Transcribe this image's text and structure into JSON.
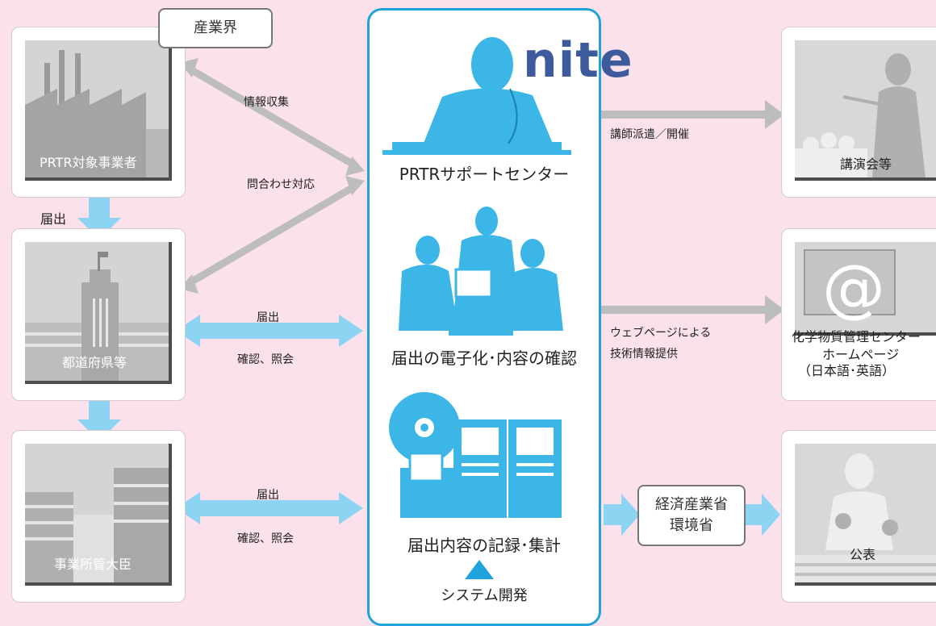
{
  "left": {
    "industry": "産業界",
    "prtr": "PRTR対象事業者",
    "prefecture": "都道府県等",
    "minister": "事業所管大臣",
    "notify1": "届出"
  },
  "arrows": {
    "collect": "情報収集",
    "inquiry": "問合わせ対応",
    "notify_a": "届出",
    "confirm_a": "確認、照会",
    "notify_b": "届出",
    "confirm_b": "確認、照会",
    "dispatch": "講師派遣／開催",
    "web1": "ウェブページによる",
    "web2": "技術情報提供"
  },
  "center": {
    "logo": "nite",
    "support": "PRTRサポートセンター",
    "digital": "届出の電子化･内容の確認",
    "record": "届出内容の記録･集計",
    "system": "システム開発"
  },
  "right": {
    "lecture": "講演会等",
    "homepage1": "化学物質管理センター",
    "homepage2": "ホームページ",
    "homepage3": "（日本語･英語）",
    "ministries1": "経済産業省",
    "ministries2": "環境省",
    "publish": "公表"
  },
  "colors": {
    "accent": "#1fa3dd",
    "arrow_blue": "#8cd4f2",
    "arrow_gray": "#bbbbbb",
    "bg": "#fbe1ec"
  }
}
